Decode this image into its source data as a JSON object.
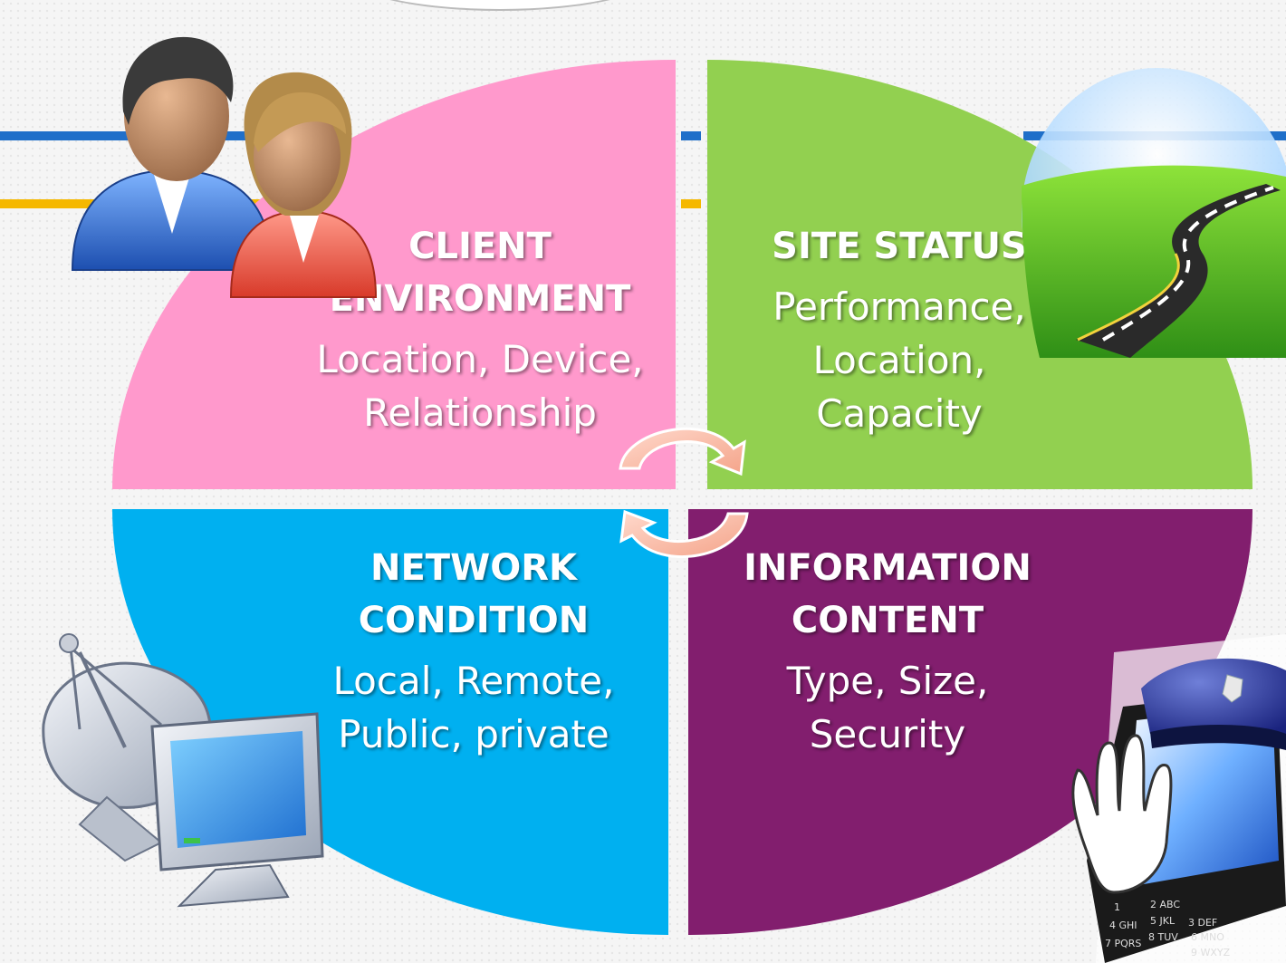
{
  "quadrants": {
    "client_environment": {
      "title_lines": [
        "CLIENT",
        "ENVIRONMENT"
      ],
      "detail_lines": [
        "Location, Device,",
        "Relationship"
      ],
      "color": "#ff99cc"
    },
    "site_status": {
      "title_lines": [
        "SITE STATUS"
      ],
      "detail_lines": [
        "Performance,",
        "Location,",
        "Capacity"
      ],
      "color": "#92d050"
    },
    "network_condition": {
      "title_lines": [
        "NETWORK",
        "CONDITION"
      ],
      "detail_lines": [
        "Local, Remote,",
        "Public, private"
      ],
      "color": "#00b0f0"
    },
    "information_content": {
      "title_lines": [
        "INFORMATION",
        "CONTENT"
      ],
      "detail_lines": [
        "Type, Size,",
        "Security"
      ],
      "color": "#821e6e"
    }
  },
  "accent_lines": {
    "blue": "#1f6fc9",
    "yellow": "#f5b800"
  },
  "icons": [
    "users-icon",
    "road-icon",
    "satellite-computer-icon",
    "security-phone-icon",
    "cycle-arrows-icon"
  ],
  "phone_keys": [
    "1",
    "2 ABC",
    "3 DEF",
    "4 GHI",
    "5 JKL",
    "6 MNO",
    "7 PQRS",
    "8 TUV",
    "9 WXYZ"
  ]
}
